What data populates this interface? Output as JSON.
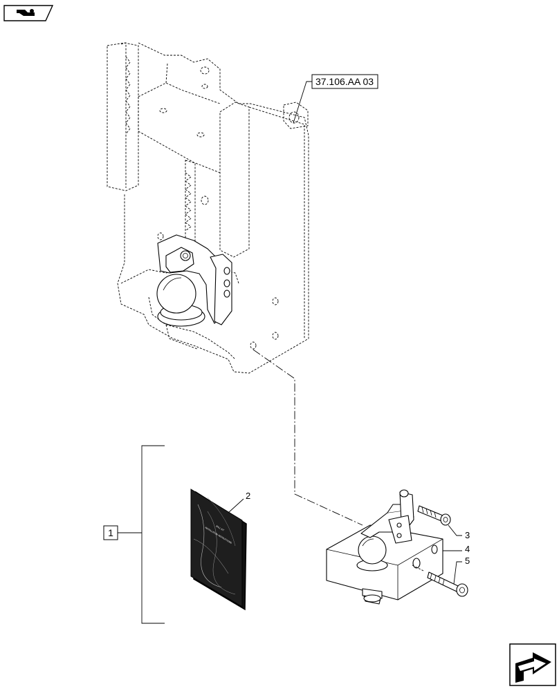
{
  "diagram": {
    "reference_box": "37.106.AA 03",
    "group_callout": "1",
    "callouts": [
      "2",
      "3",
      "4",
      "5"
    ],
    "book_cover_text": [
      "BALL KIT",
      "INSTALLATION INSTRUCTIONS"
    ]
  },
  "icons": {
    "top_left": "hitch-symbol-icon",
    "bottom_right": "next-page-arrow-icon"
  }
}
